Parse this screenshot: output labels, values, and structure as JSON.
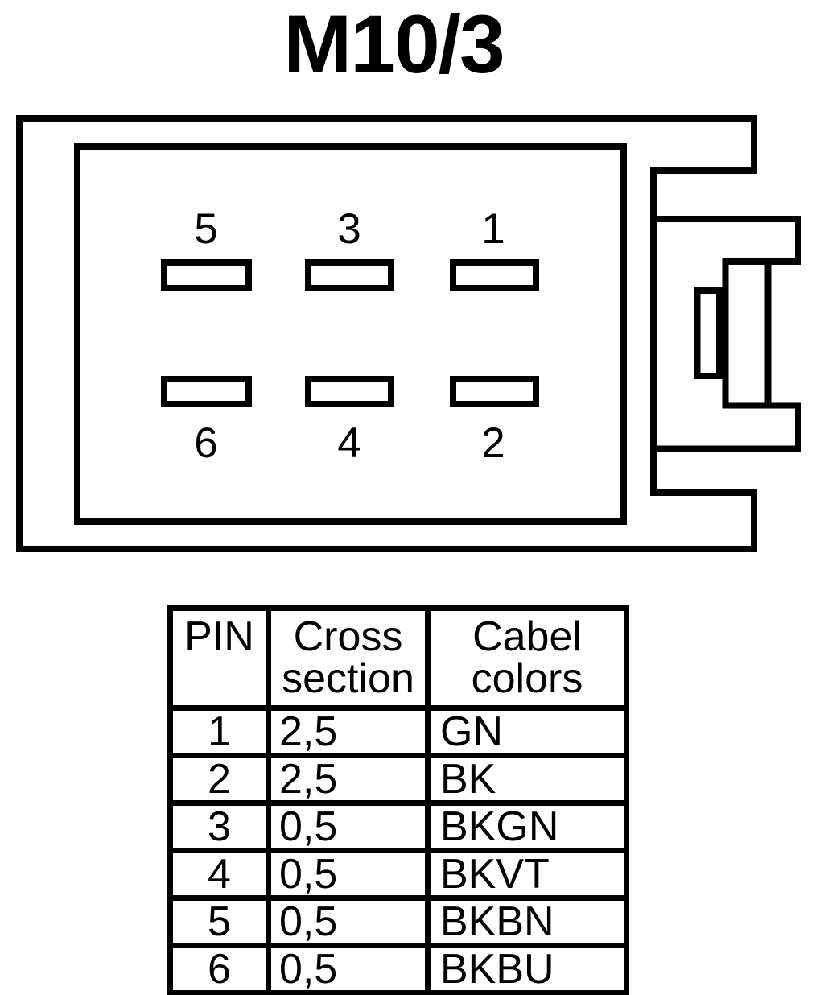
{
  "title": "M10/3",
  "colors": {
    "ink": "#000000",
    "background": "#ffffff"
  },
  "connector": {
    "description": "6-pin connector face view",
    "top_pin_labels": [
      "5",
      "3",
      "1"
    ],
    "bottom_pin_labels": [
      "6",
      "4",
      "2"
    ]
  },
  "pin_table": {
    "headers": [
      "PIN",
      "Cross\nsection",
      "Cabel\ncolors"
    ],
    "rows": [
      {
        "pin": "1",
        "cross_section": "2,5",
        "cable_color": "GN"
      },
      {
        "pin": "2",
        "cross_section": "2,5",
        "cable_color": "BK"
      },
      {
        "pin": "3",
        "cross_section": "0,5",
        "cable_color": "BKGN"
      },
      {
        "pin": "4",
        "cross_section": "0,5",
        "cable_color": "BKVT"
      },
      {
        "pin": "5",
        "cross_section": "0,5",
        "cable_color": "BKBN"
      },
      {
        "pin": "6",
        "cross_section": "0,5",
        "cable_color": "BKBU"
      }
    ]
  }
}
